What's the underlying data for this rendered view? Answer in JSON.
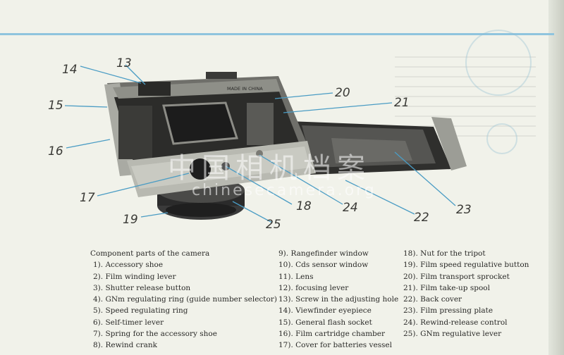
{
  "callouts": {
    "c13": "13",
    "c14": "14",
    "c15": "15",
    "c16": "16",
    "c17": "17",
    "c18": "18",
    "c19": "19",
    "c20": "20",
    "c21": "21",
    "c22": "22",
    "c23": "23",
    "c24": "24",
    "c25": "25"
  },
  "camera": {
    "made_in": "MADE IN CHINA"
  },
  "watermark": {
    "cn": "中国相机档案",
    "en": "chinesecamera.org"
  },
  "parts": {
    "heading": "Component parts of the camera",
    "col1": [
      "1). Accessory shoe",
      "2). Film winding lever",
      "3). Shutter release button",
      "4). GNm regulating ring (guide number selector)",
      "5). Speed regulating ring",
      "6). Self-timer lever",
      "7). Spring for the accessory shoe",
      "8). Rewind crank"
    ],
    "col2": [
      "9). Rangefinder window",
      "10). Cds sensor window",
      "11). Lens",
      "12). focusing lever",
      "13). Screw in the adjusting hole",
      "14). Viewfinder eyepiece",
      "15). General flash socket",
      "16). Film cartridge chamber",
      "17). Cover for batteries vessel"
    ],
    "col3": [
      "18). Nut for the tripot",
      "19). Film speed regulative button",
      "20). Film transport sprocket",
      "21). Film take-up spool",
      "22). Back cover",
      "23). Film pressing plate",
      "24). Rewind-release control",
      "25). GNm regulative lever"
    ]
  }
}
